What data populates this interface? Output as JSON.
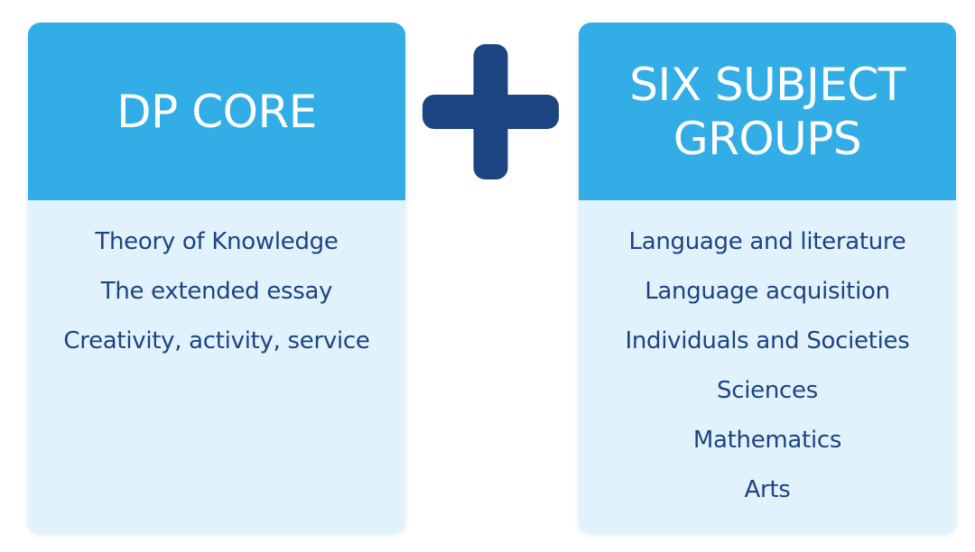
{
  "core": {
    "title": "DP CORE",
    "items": [
      "Theory of Knowledge",
      "The extended essay",
      "Creativity, activity, service"
    ]
  },
  "operator": {
    "icon": "plus-icon",
    "color": "#1b4481"
  },
  "subjects": {
    "title_lines": [
      "SIX SUBJECT",
      "GROUPS"
    ],
    "items": [
      "Language and literature",
      "Language acquisition",
      "Individuals and Societies",
      "Sciences",
      "Mathematics",
      "Arts"
    ]
  },
  "colors": {
    "header": "#33ade6",
    "body": "#e1f2fc",
    "text": "#1b4481"
  }
}
